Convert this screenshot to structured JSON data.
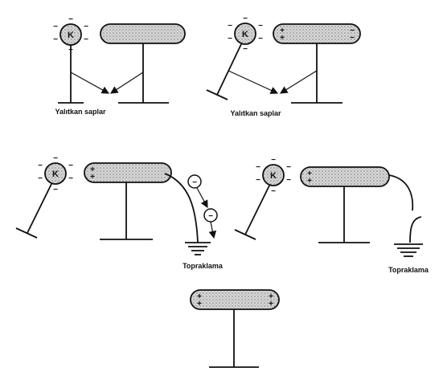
{
  "labels": {
    "insulating_stand": "Yalıtkan saplar",
    "grounding": "Topraklama",
    "sphere": "K"
  },
  "signs": {
    "minus": "−",
    "plus": "+"
  },
  "colors": {
    "ink": "#111111",
    "sphere_fill": "#d4d4d4",
    "rod_fill": "#bdbdbd"
  }
}
